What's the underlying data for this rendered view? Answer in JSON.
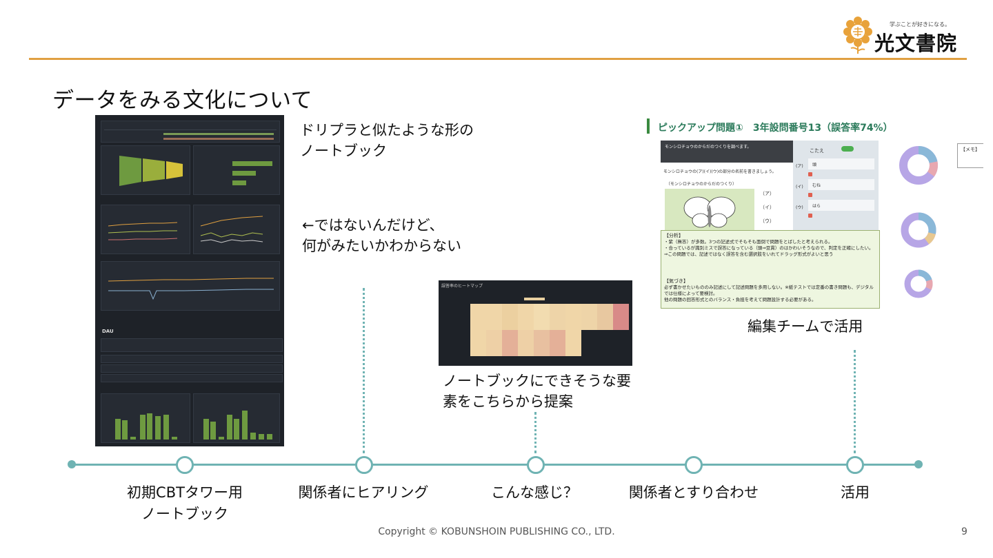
{
  "slide": {
    "title": "データをみる文化について",
    "page_number": "9",
    "copyright": "Copyright © KOBUNSHOIN PUBLISHING CO., LTD."
  },
  "logo": {
    "tagline": "学ぶことが好きになる。",
    "name": "光文書院"
  },
  "captions": {
    "top_line1": "ドリプラと似たような形の",
    "top_line2": "ノートブック",
    "mid_line1": "←ではないんだけど、",
    "mid_line2": "何がみたいかわからない",
    "heatmap_line1": "ノートブックにできそうな要",
    "heatmap_line2": "素をこちらから提案",
    "team": "編集チームで活用"
  },
  "timeline": [
    {
      "line1": "初期CBTタワー用",
      "line2": "ノートブック"
    },
    {
      "line1": "関係者にヒアリング",
      "line2": ""
    },
    {
      "line1": "こんな感じ？",
      "line2": ""
    },
    {
      "line1": "関係者とすり合わせ",
      "line2": ""
    },
    {
      "line1": "活用",
      "line2": ""
    }
  ],
  "dashboard": {
    "section_dau": "DAU"
  },
  "pickup": {
    "heading": "ピックアップ問題①　3年設問番号13（誤答率74%）",
    "q_title": "モンシロチョウのからだのつくりを調べます。",
    "q_text": "モンシロチョウの(ア)(イ)(ウ)の部分の名前を書きましょう。",
    "fig_title": "（モンシロチョウのからだのつくり）",
    "labels": [
      "（ア）",
      "（イ）",
      "（ウ）"
    ],
    "answer_header": "こたえ",
    "answers": [
      {
        "mark": "(ア)",
        "value": "頭"
      },
      {
        "mark": "(イ)",
        "value": "むね"
      },
      {
        "mark": "(ウ)",
        "value": "はら"
      }
    ],
    "analysis_title": "【分析】",
    "analysis_lines": [
      "・紫（無答）が多数。3つの記述式でそもそも面倒で問題をとばしたと考えられる。",
      "・合っているが識別ミスで誤答になっている（頭⇒豆貫）のはかわいそうなので、判定を正確にしたい。",
      "⇒この問題では、記述ではなく誤答を含む選択肢をいれてドラッグ形式がよいと思う"
    ],
    "notice_title": "【気づき】",
    "notice_lines": [
      "必ず書かせたいもののみ記述にして記述問題を多用しない。※紙テストでは定番の書き問題も、デジタルでは仕様によって要検討。",
      "他の問題の回答形式とのバランス・負担を考えて問題設計する必要がある。"
    ],
    "memo": "【メモ】"
  },
  "heatmap": {
    "title": "誤答率のヒートマップ"
  }
}
